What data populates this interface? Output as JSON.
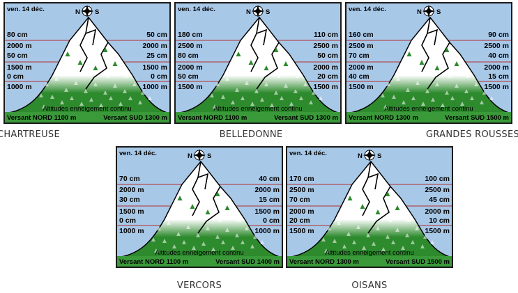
{
  "common": {
    "date": "ven. 14 déc.",
    "compass_n": "N",
    "compass_s": "S",
    "continuous_label": "Altitudes enneigement continu",
    "colors": {
      "sky": "#a8c8e8",
      "grass": "#2d8a2d",
      "line": "#b03030",
      "frame": "#1a1a1a",
      "footer": "#3a9a3a"
    }
  },
  "panels": [
    {
      "caption": "CHARTREUSE",
      "left": {
        "top_depth": "80 cm",
        "top_alt": "2000 m",
        "mid_depth": "50 cm",
        "mid_alt": "1500 m",
        "low_depth": "0 cm",
        "low_alt": "1000 m"
      },
      "right": {
        "top_depth": "50 cm",
        "top_alt": "2000 m",
        "mid_depth": "25 cm",
        "mid_alt": "1500 m",
        "low_depth": "0 cm",
        "low_alt": "1000 m"
      },
      "north": "Versant NORD 1100 m",
      "south": "Versant SUD 1300 m"
    },
    {
      "caption": "BELLEDONNE",
      "left": {
        "top_depth": "180 cm",
        "top_alt": "2500 m",
        "mid_depth": "80 cm",
        "mid_alt": "2000 m",
        "low_depth": "50 cm",
        "low_alt": "1500 m"
      },
      "right": {
        "top_depth": "110 cm",
        "top_alt": "2500 m",
        "mid_depth": "50 cm",
        "mid_alt": "2000 m",
        "low_depth": "20 cm",
        "low_alt": "1500 m"
      },
      "north": "Versant NORD 1100 m",
      "south": "Versant SUD 1300 m"
    },
    {
      "caption": "GRANDES ROUSSES",
      "left": {
        "top_depth": "160 cm",
        "top_alt": "2500 m",
        "mid_depth": "70 cm",
        "mid_alt": "2000 m",
        "low_depth": "40 cm",
        "low_alt": "1500 m"
      },
      "right": {
        "top_depth": "90 cm",
        "top_alt": "2500 m",
        "mid_depth": "40 cm",
        "mid_alt": "2000 m",
        "low_depth": "15 cm",
        "low_alt": "1500 m"
      },
      "north": "Versant NORD 1300 m",
      "south": "Versant SUD 1500 m"
    },
    {
      "caption": "VERCORS",
      "left": {
        "top_depth": "70 cm",
        "top_alt": "2000 m",
        "mid_depth": "30 cm",
        "mid_alt": "1500 m",
        "low_depth": "0 cm",
        "low_alt": "1000 m"
      },
      "right": {
        "top_depth": "40 cm",
        "top_alt": "2000 m",
        "mid_depth": "15 cm",
        "mid_alt": "1500 m",
        "low_depth": "0 cm",
        "low_alt": "1000 m"
      },
      "north": "Versant NORD 1100 m",
      "south": "Versant SUD 1400 m"
    },
    {
      "caption": "OISANS",
      "left": {
        "top_depth": "170 cm",
        "top_alt": "2500 m",
        "mid_depth": "70 cm",
        "mid_alt": "2000 m",
        "low_depth": "20 cm",
        "low_alt": "1500 m"
      },
      "right": {
        "top_depth": "100 cm",
        "top_alt": "2500 m",
        "mid_depth": "45 cm",
        "mid_alt": "2000 m",
        "low_depth": "10 cm",
        "low_alt": "1500 m"
      },
      "north": "Versant NORD 1300 m",
      "south": "Versant SUD 1500 m"
    }
  ]
}
